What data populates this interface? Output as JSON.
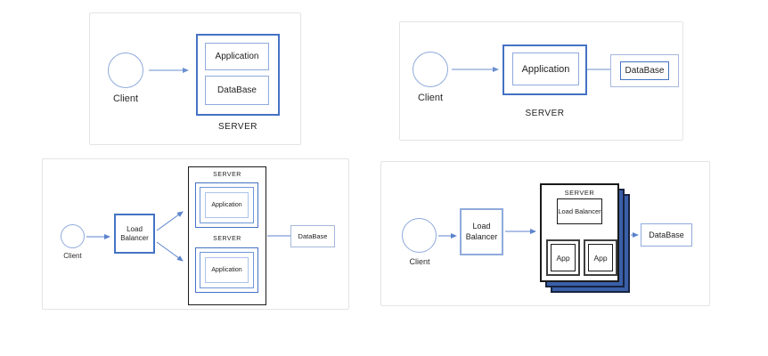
{
  "diagrams": {
    "single_server": {
      "client_label": "Client",
      "application_label": "Application",
      "database_label": "DataBase",
      "server_title": "SERVER"
    },
    "separated_database": {
      "client_label": "Client",
      "application_label": "Application",
      "database_label": "DataBase",
      "server_title": "SERVER"
    },
    "load_balanced_servers": {
      "client_label": "Client",
      "load_balancer_label": "Load Balancer",
      "server1_title": "SERVER",
      "server1_app": "Application",
      "server2_title": "SERVER",
      "server2_app": "Application",
      "database_label": "DataBase"
    },
    "scaled_server_stack": {
      "client_label": "Client",
      "load_balancer_label": "Load Balancer",
      "server_title": "SERVER",
      "inner_load_balancer_label": "Load Balancer",
      "app1_label": "App",
      "app2_label": "App",
      "database_label": "DataBase"
    }
  },
  "colors": {
    "accent_blue": "#4472C4",
    "light_blue": "#8FAADC",
    "pale_blue": "#ADC2E8",
    "mid_blue": "#6E96D8",
    "stack_fill": "#3A5FA8",
    "stack_border": "#17233F",
    "outline_black": "#1a1a1a"
  }
}
